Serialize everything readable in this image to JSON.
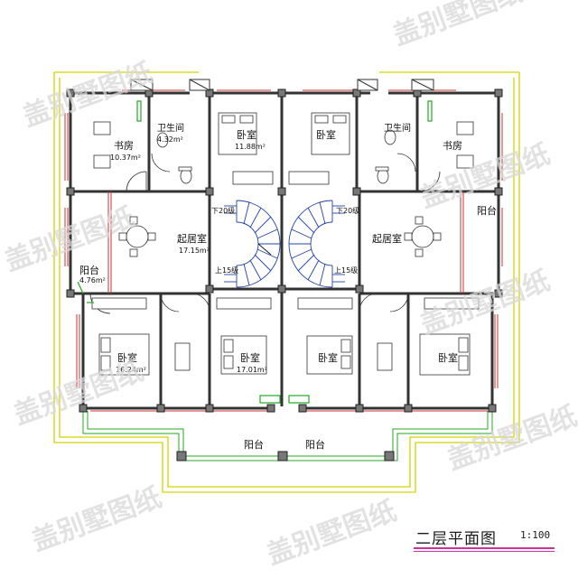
{
  "rooms": {
    "study_left": "书房",
    "study_left_area": "10.37m²",
    "bath_left": "卫生间",
    "bath_left_area": "4.32m²",
    "bed_top_left": "卧室",
    "bed_top_left_area": "11.88m²",
    "bed_top_right": "卧室",
    "bath_right": "卫生间",
    "study_right": "书房",
    "living_left": "起居室",
    "living_left_area": "17.15m²",
    "living_right": "起居室",
    "balcony_left": "阳台",
    "balcony_left_area": "4.76m²",
    "balcony_right": "阳台",
    "bed_bl": "卧室",
    "bed_bl_area": "16.24m²",
    "bed_bc": "卧室",
    "bed_bc_area": "17.01m²",
    "bed_bcr": "卧室",
    "bed_br": "卧室",
    "balcony_bottom_left": "阳台",
    "balcony_bottom_right": "阳台"
  },
  "stairs": {
    "down_left": "下20级",
    "down_right": "下20级",
    "up_left": "上15级",
    "up_right": "上15级"
  },
  "title": {
    "name": "二层平面图",
    "scale": "1:100"
  },
  "watermark": "盖别墅图纸",
  "colors": {
    "wall": "#333333",
    "window": "#cc3333",
    "balcony_edge": "#d4d400",
    "door_swing": "#cc3333",
    "stair": "#2244aa",
    "green": "#22aa22",
    "title_line": "#cc3399"
  }
}
